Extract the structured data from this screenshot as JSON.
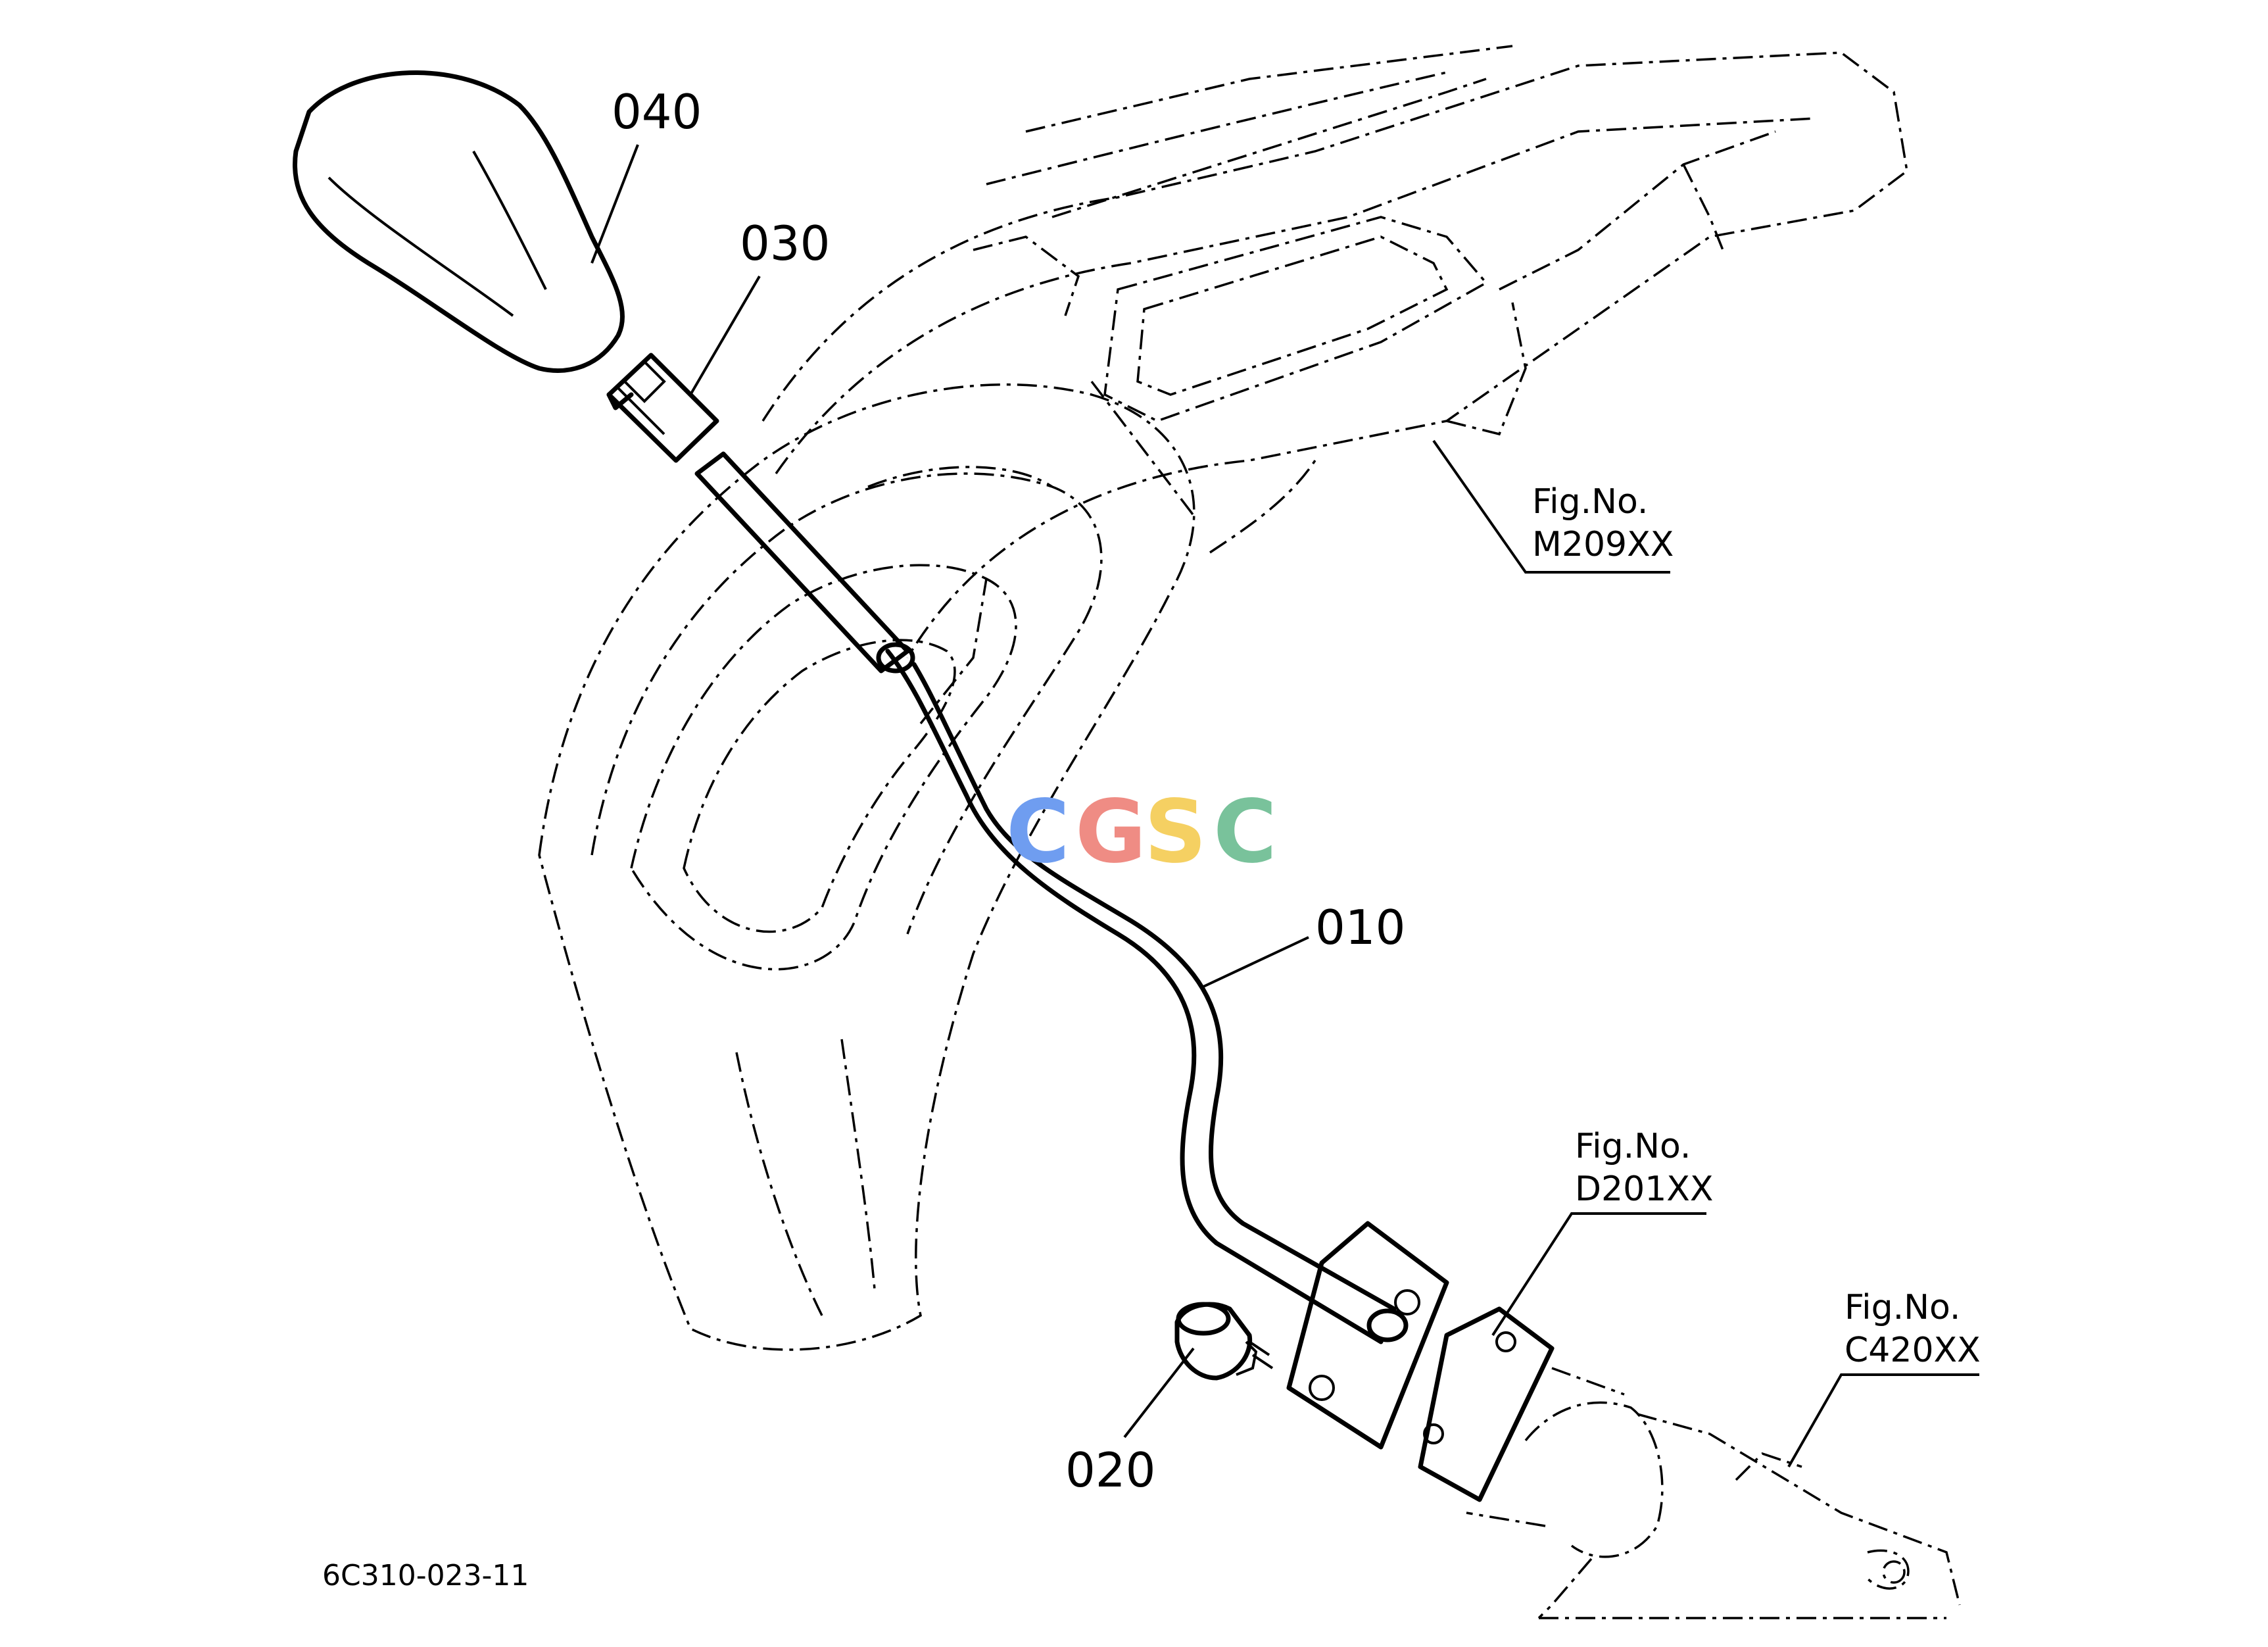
{
  "callouts": {
    "part_010": "010",
    "part_020": "020",
    "part_030": "030",
    "part_040": "040"
  },
  "references": {
    "ref_m209": {
      "line1": "Fig.No.",
      "line2": "M209XX"
    },
    "ref_d201": {
      "line1": "Fig.No.",
      "line2": "D201XX"
    },
    "ref_c420": {
      "line1": "Fig.No.",
      "line2": "C420XX"
    }
  },
  "drawing_code": "6C310-023-11",
  "watermark": {
    "letters": [
      "C",
      "G",
      "S",
      "C"
    ],
    "colors": [
      "#6f9df0",
      "#ef8c84",
      "#f5d062",
      "#79c29b"
    ]
  }
}
